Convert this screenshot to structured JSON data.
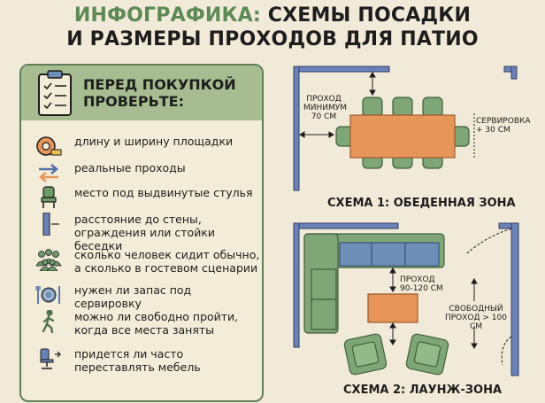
{
  "title": {
    "accent": "ИНФОГРАФИКА:",
    "line1_rest": " СХЕМЫ ПОСАДКИ",
    "line2": "И РАЗМЕРЫ ПРОХОДОВ ДЛЯ ПАТИО"
  },
  "checklist": {
    "heading_line1": "ПЕРЕД ПОКУПКОЙ",
    "heading_line2": "ПРОВЕРЬТЕ:",
    "items": [
      {
        "icon": "tape-measure-icon",
        "text": "длину и ширину площадки"
      },
      {
        "icon": "double-arrow-icon",
        "text": "реальные проходы"
      },
      {
        "icon": "chair-icon",
        "text": "место под выдвинутые стулья"
      },
      {
        "icon": "wall-icon",
        "text": "расстояние до стены, ограждения или стойки беседки"
      },
      {
        "icon": "people-group-icon",
        "text": "сколько человек сидит обычно, а сколько в гостевом сценарии"
      },
      {
        "icon": "tableware-icon",
        "text": "нужен ли запас под сервировку"
      },
      {
        "icon": "walking-person-icon",
        "text": "можно ли свободно пройти, когда все места заняты"
      },
      {
        "icon": "office-chair-icon",
        "text": "придется ли часто переставлять мебель"
      }
    ]
  },
  "scheme1": {
    "caption": "СХЕМА 1: ОБЕДЕННАЯ ЗОНА",
    "passage_l1": "ПРОХОД",
    "passage_l2": "МИНИМУМ",
    "passage_l3": "70 СМ",
    "serving_l1": "СЕРВИРОВКА",
    "serving_l2": "+ 30 СМ"
  },
  "scheme2": {
    "caption": "СХЕМА 2: ЛАУНЖ-ЗОНА",
    "passage_l1": "ПРОХОД",
    "passage_l2": "90-120 СМ",
    "free_l1": "СВОБОДНЫЙ",
    "free_l2": "ПРОХОД > 100 СМ"
  },
  "colors": {
    "green": "#6e9a67",
    "green_dark": "#4f7249",
    "orange": "#e8955a",
    "blue": "#6e8fb8",
    "wall": "#6a82b8",
    "header": "#a7bd91"
  }
}
